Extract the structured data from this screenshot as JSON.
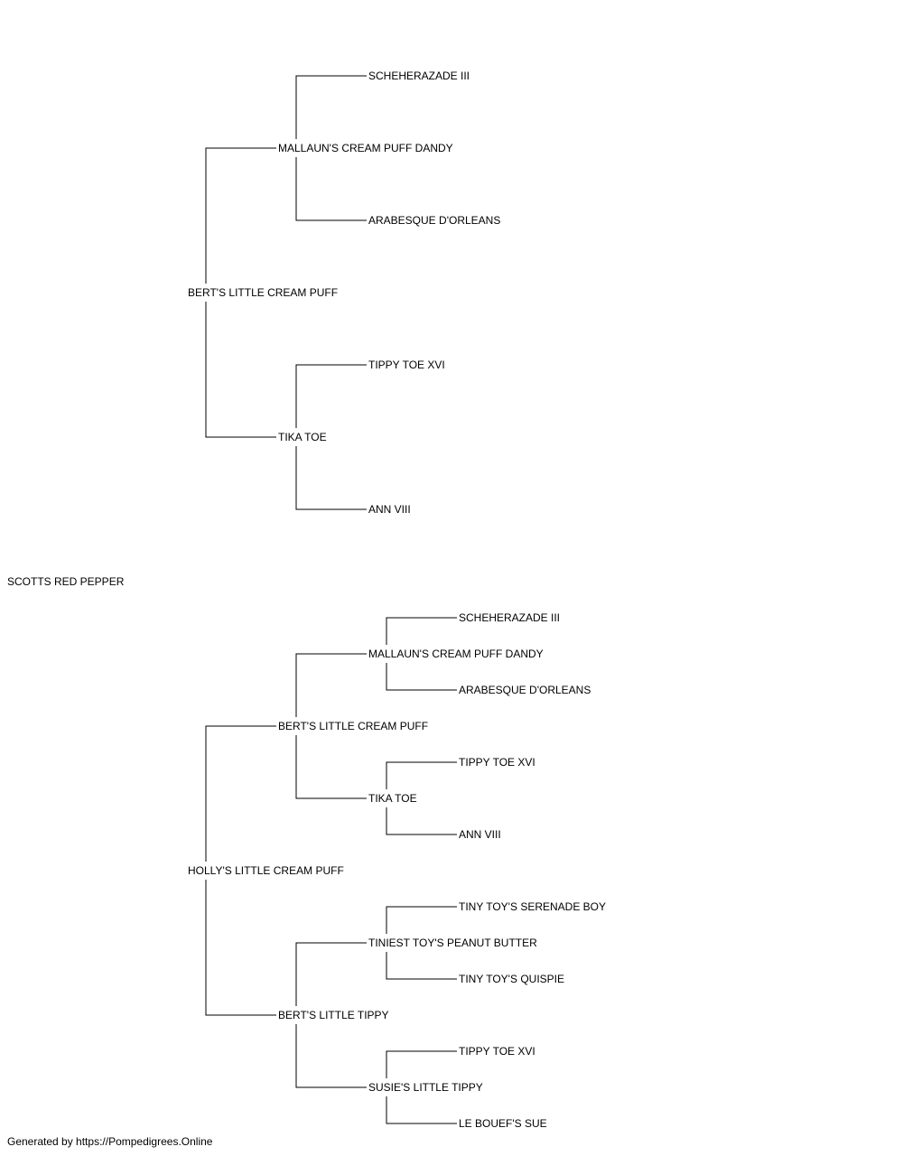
{
  "pedigree": {
    "name": "SCOTTS RED PEPPER",
    "sire": {
      "name": "BERT'S LITTLE CREAM PUFF",
      "sire": {
        "name": "MALLAUN'S CREAM PUFF DANDY",
        "sire": {
          "name": "SCHEHERAZADE III"
        },
        "dam": {
          "name": "ARABESQUE D'ORLEANS"
        }
      },
      "dam": {
        "name": "TIKA TOE",
        "sire": {
          "name": "TIPPY TOE XVI"
        },
        "dam": {
          "name": "ANN VIII"
        }
      }
    },
    "dam": {
      "name": "HOLLY'S LITTLE CREAM PUFF",
      "sire": {
        "name": "BERT'S LITTLE CREAM PUFF",
        "sire": {
          "name": "MALLAUN'S CREAM PUFF DANDY",
          "sire": {
            "name": "SCHEHERAZADE III"
          },
          "dam": {
            "name": "ARABESQUE D'ORLEANS"
          }
        },
        "dam": {
          "name": "TIKA TOE",
          "sire": {
            "name": "TIPPY TOE XVI"
          },
          "dam": {
            "name": "ANN VIII"
          }
        }
      },
      "dam": {
        "name": "BERT'S LITTLE TIPPY",
        "sire": {
          "name": "TINIEST TOY'S PEANUT BUTTER",
          "sire": {
            "name": "TINY TOY'S SERENADE BOY"
          },
          "dam": {
            "name": "TINY TOY'S QUISPIE"
          }
        },
        "dam": {
          "name": "SUSIE'S LITTLE TIPPY",
          "sire": {
            "name": "TIPPY TOE XVI"
          },
          "dam": {
            "name": "LE BOUEF'S SUE"
          }
        }
      }
    }
  },
  "footer": "Generated by https://Pompedigrees.Online"
}
